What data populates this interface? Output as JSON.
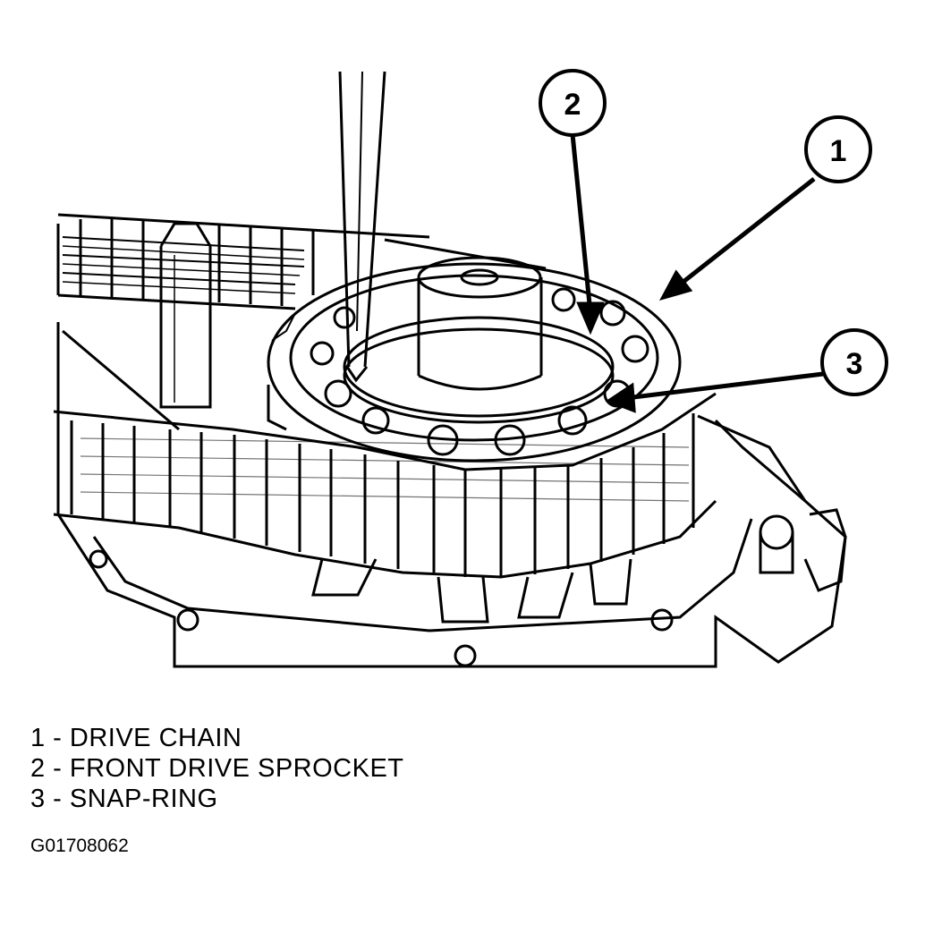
{
  "figure": {
    "callouts": [
      {
        "number": "1"
      },
      {
        "number": "2"
      },
      {
        "number": "3"
      }
    ]
  },
  "legend": [
    {
      "text": "1 - DRIVE CHAIN"
    },
    {
      "text": "2 - FRONT DRIVE SPROCKET"
    },
    {
      "text": "3 - SNAP-RING"
    }
  ],
  "figure_id": "G01708062",
  "colors": {
    "ink": "#000000",
    "paper": "#ffffff"
  }
}
